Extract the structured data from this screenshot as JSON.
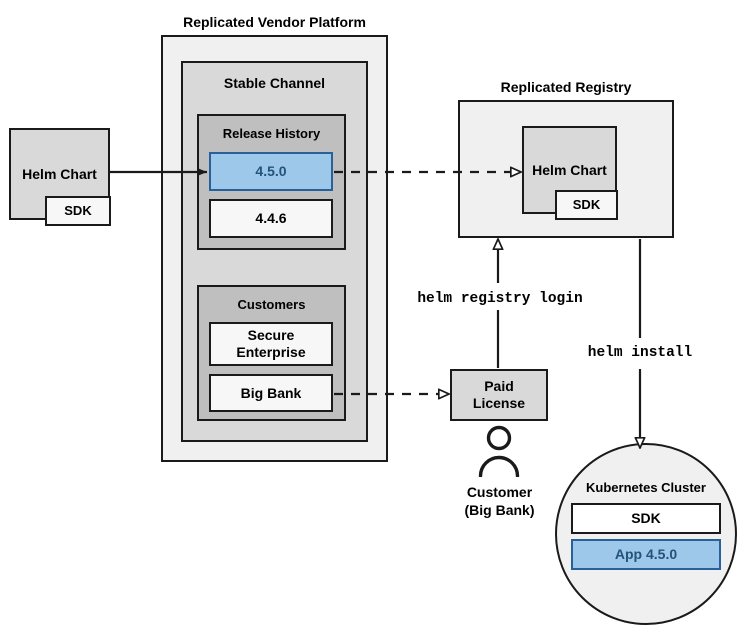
{
  "diagram": {
    "title_vendor_platform": "Replicated Vendor Platform",
    "title_registry": "Replicated Registry",
    "stable_channel": "Stable Channel",
    "release_history": "Release History",
    "customers": "Customers",
    "kubernetes_cluster": "Kubernetes Cluster"
  },
  "nodes": {
    "helm_chart_left": {
      "label": "Helm Chart",
      "sdk": "SDK"
    },
    "helm_chart_registry": {
      "label": "Helm Chart",
      "sdk": "SDK"
    },
    "release_current": "4.5.0",
    "release_previous": "4.4.6",
    "customer_secure_enterprise": "Secure\nEnterprise",
    "customer_big_bank": "Big Bank",
    "paid_license": "Paid\nLicense",
    "customer_person": "Customer\n(Big Bank)",
    "cluster_sdk": "SDK",
    "cluster_app": "App 4.5.0"
  },
  "edge_labels": {
    "helm_registry_login": "helm registry login",
    "helm_install": "helm install"
  },
  "icons": {
    "person": "person-icon"
  },
  "colors": {
    "stroke": "#1a1a1a",
    "accent_fill": "#9ec8ea",
    "accent_border": "#2a6099",
    "accent_text": "#23527c",
    "gray_light": "#f0f0f0",
    "gray_mid": "#d9d9d9",
    "gray_dark": "#bfbfbf",
    "white": "#ffffff"
  }
}
